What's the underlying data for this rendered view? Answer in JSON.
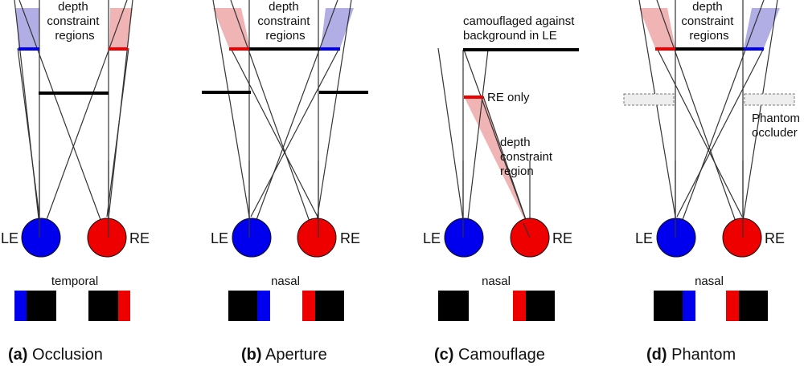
{
  "colors": {
    "left_eye": "#0000ee",
    "right_eye": "#ee0000",
    "blue_region": "#b0aee4",
    "red_region": "#f0b4b4",
    "occluder": "#000000",
    "phantom": "#eeeeee"
  },
  "labels": {
    "le": "LE",
    "re": "RE"
  },
  "panels": [
    {
      "letter": "(a)",
      "title": "Occlusion",
      "region_label": [
        "depth",
        "constraint",
        "regions"
      ],
      "side": "temporal"
    },
    {
      "letter": "(b)",
      "title": "Aperture",
      "region_label": [
        "depth",
        "constraint",
        "regions"
      ],
      "side": "nasal"
    },
    {
      "letter": "(c)",
      "title": "Camouflage",
      "camo_label": [
        "camouflaged against",
        "background in LE"
      ],
      "re_only": "RE only",
      "region_label": [
        "depth",
        "constraint",
        "region"
      ],
      "side": "nasal"
    },
    {
      "letter": "(d)",
      "title": "Phantom",
      "region_label": [
        "depth",
        "constraint",
        "regions"
      ],
      "phantom_label": [
        "Phantom",
        "occluder"
      ],
      "side": "nasal"
    }
  ]
}
